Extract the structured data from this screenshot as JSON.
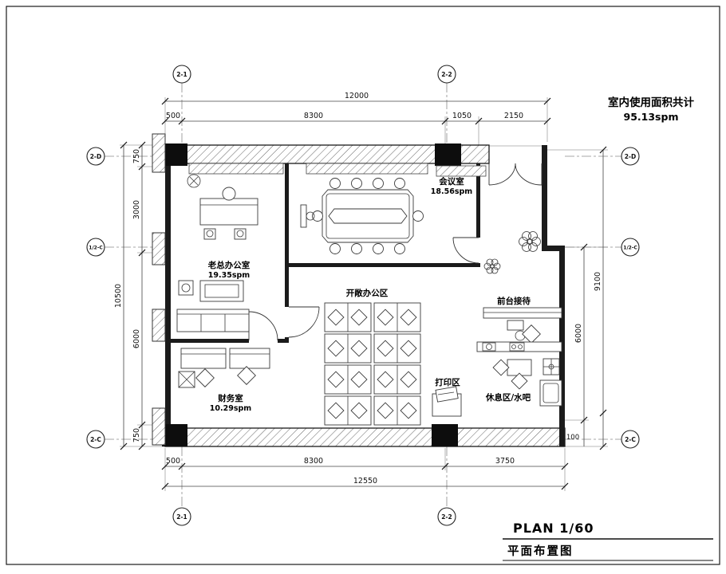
{
  "area_summary": {
    "line1": "室内使用面积共计",
    "value": "95.13spm"
  },
  "title_block": {
    "plan_scale": "PLAN 1/60",
    "drawing_title": "平面布置图"
  },
  "axes": {
    "col1": "2-1",
    "col2": "2-2",
    "rowD": "2-D",
    "rowC_half": "1/2-C",
    "rowC": "2-C"
  },
  "dims": {
    "top_total": "12000",
    "top_500": "500",
    "top_8300": "8300",
    "top_1050": "1050",
    "top_2150": "2150",
    "left_total": "10500",
    "left_750a": "750",
    "left_3000": "3000",
    "left_6000": "6000",
    "left_750b": "750",
    "right_9100": "9100",
    "right_6000": "6000",
    "right_100": "100",
    "bottom_500": "500",
    "bottom_8300": "8300",
    "bottom_3750": "3750",
    "bottom_total": "12550"
  },
  "rooms": {
    "boss": {
      "name": "老总办公室",
      "area": "19.35spm"
    },
    "meeting": {
      "name": "会议室",
      "area": "18.56spm"
    },
    "open_office": {
      "name": "开敞办公区"
    },
    "reception": {
      "name": "前台接待"
    },
    "finance": {
      "name": "财务室",
      "area": "10.29spm"
    },
    "print": {
      "name": "打印区"
    },
    "rest": {
      "name": "休息区/水吧"
    }
  }
}
